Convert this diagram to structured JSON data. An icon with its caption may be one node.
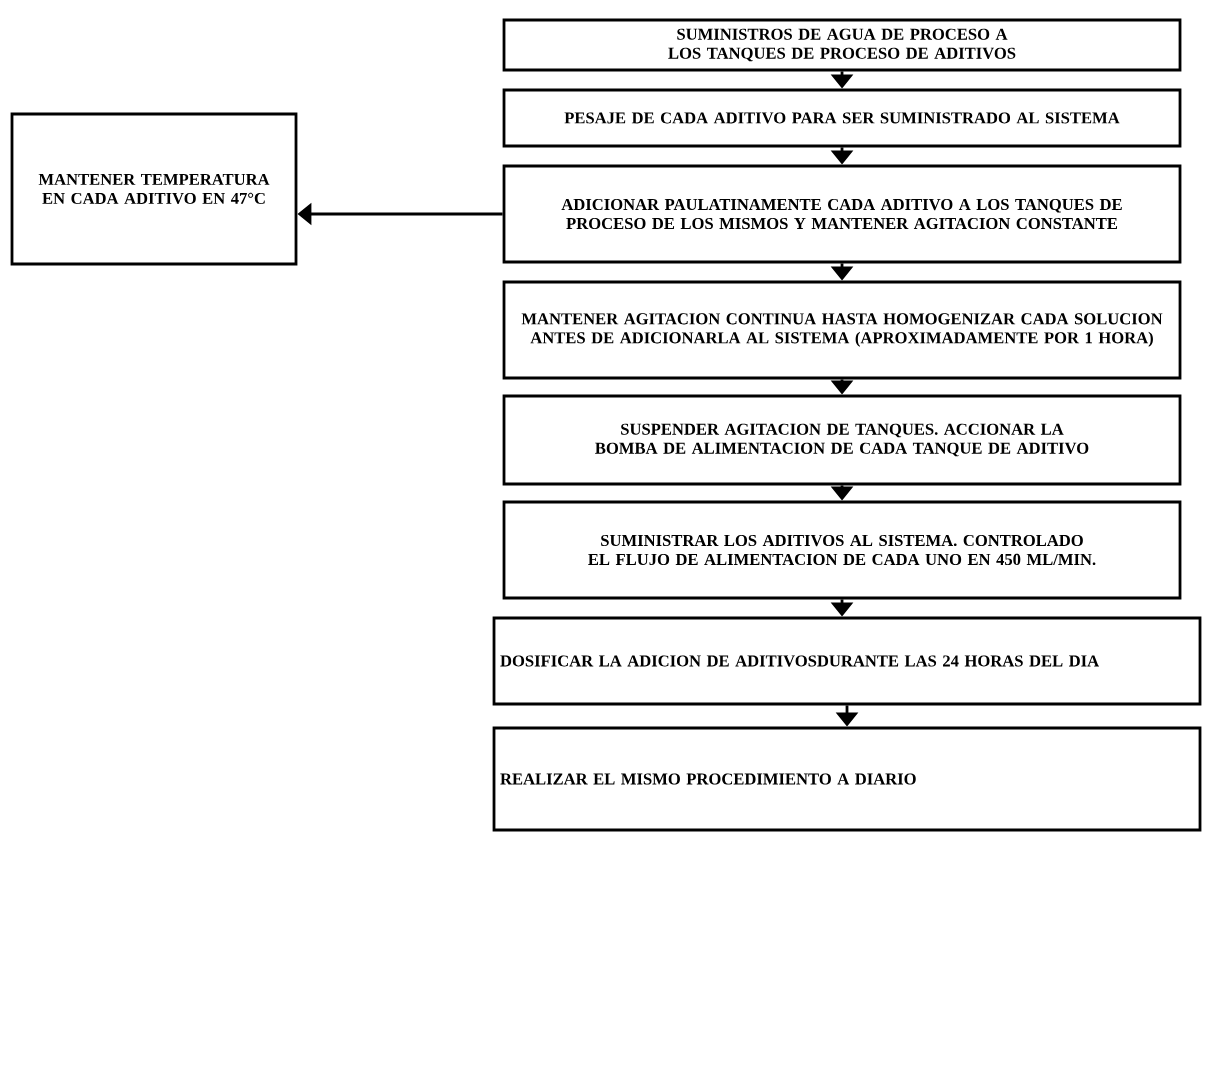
{
  "diagram": {
    "nodes": [
      {
        "text": [
          "SUMINISTROS DE AGUA DE PROCESO A LOS TANQUES DE PROCESO DE ADITIVOS"
        ]
      },
      {
        "text": [
          "PESAJE DE CADA ADITIVO PARA SER SUMINISTRADO AL SISTEMA"
        ]
      },
      {
        "text": [
          "ADICIONAR PAULATINAMENTE CADA ADITIVO A LOS TANQUES DE PROCESO DE LOS MISMOS Y MANTENER AGITACION CONSTANTE"
        ]
      },
      {
        "text": [
          "MANTENER TEMPERATURA EN CADA ADITIVO EN 47°C"
        ]
      },
      {
        "text": [
          "MANTENER AGITACION CONTINUA HASTA HOMOGENIZAR CADA SOLUCION ANTES DE ADICIONARLA AL SISTEMA (APROXIMADAMENTE POR 1 HORA)"
        ]
      },
      {
        "text": [
          "SUSPENDER AGITACION DE TANQUES. ACCIONAR LA BOMBA DE ALIMENTACION DE CADA TANQUE DE ADITIVO"
        ]
      },
      {
        "text": [
          "SUMINISTRAR LOS ADITIVOS AL SISTEMA. CONTROLADO EL FLUJO DE ALIMENTACION DE CADA UNO EN 450 ML/MIN."
        ]
      },
      {
        "text": [
          "DOSIFICAR LA ADICION DE ADITIVOSDURANTE LAS 24 HORAS DEL DIA"
        ]
      },
      {
        "text": [
          "REALIZAR EL MISMO PROCEDIMIENTO A DIARIO"
        ]
      }
    ],
    "edges": [
      {
        "from": 0,
        "to": 1,
        "arrow": "to"
      },
      {
        "from": 1,
        "to": 2,
        "arrow": "to"
      },
      {
        "from": 2,
        "to": 3,
        "arrow": "to"
      },
      {
        "from": 2,
        "to": 4,
        "arrow": "to"
      },
      {
        "from": 4,
        "to": 5,
        "arrow": "to"
      },
      {
        "from": 5,
        "to": 6,
        "arrow": "to"
      },
      {
        "from": 6,
        "to": 7,
        "arrow": "to"
      },
      {
        "from": 7,
        "to": 8,
        "arrow": "to"
      }
    ]
  }
}
